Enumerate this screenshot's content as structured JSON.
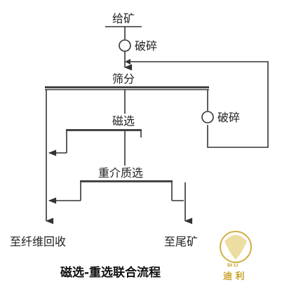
{
  "diagram": {
    "feed": "给矿",
    "crusher_1": "破碎",
    "screening": "筛分",
    "crusher_2": "破碎",
    "magnetic": "磁选",
    "gravity": "重介质选",
    "to_fiber": "至纤维回收",
    "to_tailings": "至尾矿",
    "caption": "磁选-重选联合流程"
  },
  "logo": {
    "text": "迪 利",
    "small_text": "DI LI",
    "color": "#c9a227"
  },
  "colors": {
    "line": "#333333",
    "text": "#222222"
  }
}
